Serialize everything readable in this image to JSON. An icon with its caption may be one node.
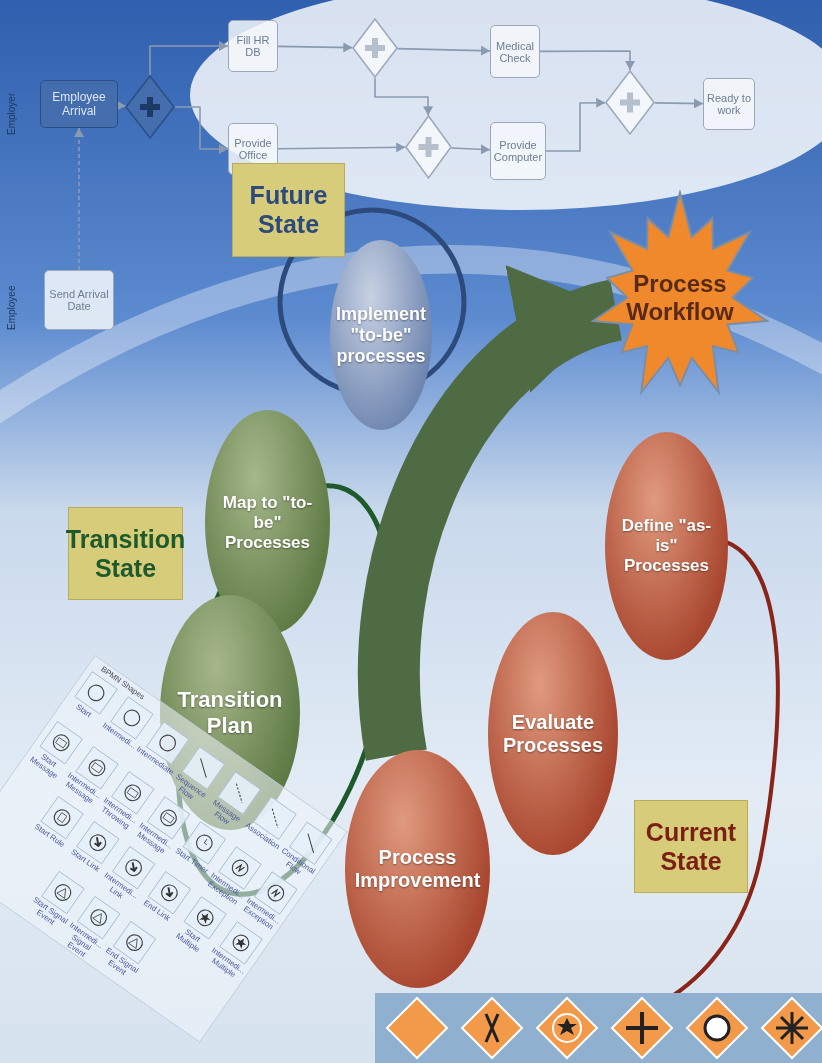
{
  "diagram": {
    "nodes": [
      {
        "text": [
          "Employee Arrival"
        ]
      },
      {
        "text": [],
        "shape": "diamond"
      },
      {
        "text": [
          "Fill HR DB"
        ]
      },
      {
        "text": [
          "Provide Office"
        ]
      },
      {
        "text": [],
        "shape": "diamond"
      },
      {
        "text": [],
        "shape": "diamond"
      },
      {
        "text": [
          "Medical Check"
        ]
      },
      {
        "text": [
          "Provide Computer"
        ]
      },
      {
        "text": [],
        "shape": "diamond"
      },
      {
        "text": [
          "Ready to work"
        ]
      },
      {
        "text": [
          "Send Arrival Date"
        ]
      },
      {
        "text": [
          "Future State"
        ]
      },
      {
        "text": [
          "Implement \"to-be\" processes"
        ]
      },
      {
        "text": [
          "Process Workflow"
        ]
      },
      {
        "text": [
          "Transition State"
        ]
      },
      {
        "text": [
          "Map to \"to-be\" Processes"
        ]
      },
      {
        "text": [
          "Transition Plan"
        ]
      },
      {
        "text": [
          "Define \"as-is\" Processes"
        ]
      },
      {
        "text": [
          "Evaluate Processes"
        ]
      },
      {
        "text": [
          "Current State"
        ]
      },
      {
        "text": [
          "Process Improvement"
        ]
      }
    ],
    "edges": [
      {
        "from": 0,
        "to": 1,
        "arrow": "to"
      },
      {
        "from": 1,
        "to": 2,
        "arrow": "to"
      },
      {
        "from": 1,
        "to": 3,
        "arrow": "to"
      },
      {
        "from": 2,
        "to": 4,
        "arrow": "to"
      },
      {
        "from": 4,
        "to": 6,
        "arrow": "to"
      },
      {
        "from": 4,
        "to": 5,
        "arrow": "to"
      },
      {
        "from": 3,
        "to": 5,
        "arrow": "to"
      },
      {
        "from": 5,
        "to": 7,
        "arrow": "to"
      },
      {
        "from": 6,
        "to": 8,
        "arrow": "to"
      },
      {
        "from": 7,
        "to": 8,
        "arrow": "to"
      },
      {
        "from": 8,
        "to": 9,
        "arrow": "to"
      },
      {
        "from": 10,
        "to": 0,
        "arrow": "to",
        "style": "dashed"
      },
      {
        "from": 20,
        "to": 13,
        "arrow": "to",
        "style": "thick",
        "color": "#4f6b44"
      }
    ],
    "labels": [
      "Employer",
      "Employee",
      "BPMN Shapes",
      "Start",
      "Intermedi...",
      "Intermediate",
      "Sequence Flow",
      "Message Flow",
      "Association",
      "Conditional Flow",
      "Start Message",
      "Intermedi... Message",
      "Intermedi... Throwing",
      "Intermedi... Message",
      "Start Timer",
      "Intermedi... Exception",
      "Intermedi... Exception",
      "Start Rule",
      "Start Link",
      "Intermedi... Link",
      "End Link",
      "Start Multiple",
      "Intermedi... Multiple",
      "Start Signal Event",
      "Intermedi... Signal Event",
      "End Signal Event"
    ]
  }
}
